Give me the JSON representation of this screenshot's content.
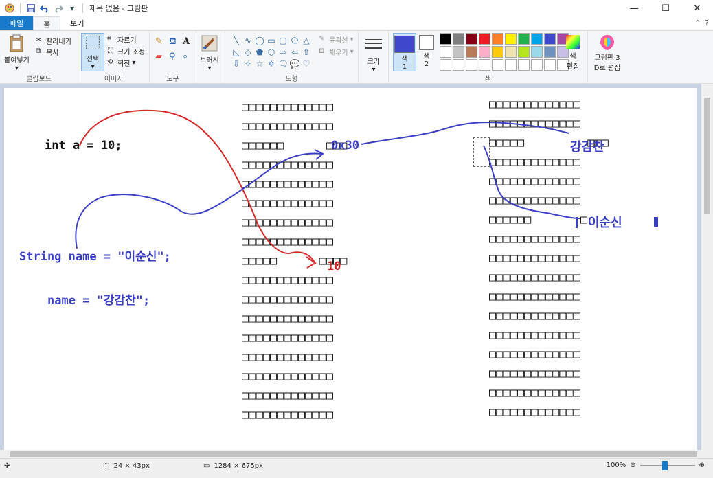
{
  "window": {
    "title": "제목 없음 - 그림판",
    "minimize": "—",
    "maximize": "☐",
    "close": "✕"
  },
  "tabs": [
    "파일",
    "홈",
    "보기"
  ],
  "ribbon": {
    "clipboard": {
      "paste": "붙여넣기",
      "cut": "잘라내기",
      "copy": "복사",
      "label": "클립보드"
    },
    "image": {
      "select": "선택",
      "crop": "자르기",
      "resize": "크기 조정",
      "rotate": "회전",
      "label": "이미지"
    },
    "tools": {
      "label": "도구"
    },
    "brushes": {
      "label": "브러시"
    },
    "shapes": {
      "outline": "윤곽선",
      "fill": "채우기",
      "label": "도형"
    },
    "size": {
      "label": "크기"
    },
    "colors": {
      "color1": "색\n1",
      "color1_a": "색",
      "color1_b": "1",
      "color2_a": "색",
      "color2_b": "2",
      "edit_a": "색",
      "edit_b": "편집",
      "label": "색",
      "palette": [
        "#000000",
        "#7f7f7f",
        "#880015",
        "#ed1c24",
        "#ff7f27",
        "#fff200",
        "#22b14c",
        "#00a2e8",
        "#3f48cc",
        "#a349a4",
        "#ffffff",
        "#c3c3c3",
        "#b97a57",
        "#ffaec9",
        "#ffc90e",
        "#efe4b0",
        "#b5e61d",
        "#99d9ea",
        "#7092be",
        "#c8bfe7",
        "#ffffff",
        "#ffffff",
        "#ffffff",
        "#ffffff",
        "#ffffff",
        "#ffffff",
        "#ffffff",
        "#ffffff",
        "#ffffff",
        "#ffffff"
      ],
      "selected1": "#3f48cc",
      "selected2": "#ffffff"
    },
    "paint3d": {
      "label_a": "그림판 3",
      "label_b": "D로 편집"
    }
  },
  "canvas": {
    "code_line1": "int a = 10;",
    "code_line2": "String name = \"이순신\";",
    "code_line3": "name = \"강감찬\";",
    "annot_addr": "0x30",
    "annot_val": "10",
    "annot_kang": "강감찬",
    "annot_lee": "이순신",
    "left_box_rows": [
      "□□□□□□□□□□□□□",
      "□□□□□□□□□□□□□",
      "□□□□□□      □□□",
      "□□□□□□□□□□□□□",
      "□□□□□□□□□□□□□",
      "□□□□□□□□□□□□□",
      "□□□□□□□□□□□□□",
      "□□□□□□□□□□□□□",
      "□□□□□      □□□□",
      "□□□□□□□□□□□□□",
      "□□□□□□□□□□□□□",
      "□□□□□□□□□□□□□",
      "□□□□□□□□□□□□□",
      "□□□□□□□□□□□□□",
      "□□□□□□□□□□□□□",
      "□□□□□□□□□□□□□",
      "□□□□□□□□□□□□□"
    ],
    "right_box_rows": [
      "□□□□□□□□□□□□□",
      "□□□□□□□□□□□□□",
      "□□□□□         □□□",
      "□□□□□□□□□□□□□",
      "□□□□□□□□□□□□□",
      "□□□□□□□□□□□□□",
      "□□□□□□       □",
      "□□□□□□□□□□□□□",
      "□□□□□□□□□□□□□",
      "□□□□□□□□□□□□□",
      "□□□□□□□□□□□□□",
      "□□□□□□□□□□□□□",
      "□□□□□□□□□□□□□",
      "□□□□□□□□□□□□□",
      "□□□□□□□□□□□□□",
      "□□□□□□□□□□□□□",
      "□□□□□□□□□□□□□"
    ]
  },
  "status": {
    "selection_size": "24 × 43px",
    "canvas_size": "1284 × 675px",
    "zoom": "100%"
  }
}
